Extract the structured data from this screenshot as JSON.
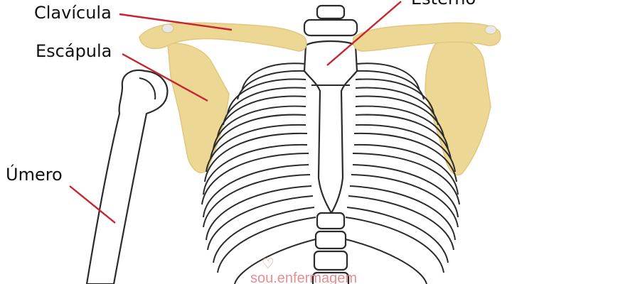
{
  "labels": {
    "clavicle": "Clavícula",
    "scapula": "Escápula",
    "humerus": "Úmero",
    "sternum": "Esterno"
  },
  "watermark": {
    "text": "sou.enfermagem",
    "glyph": "♡"
  },
  "colors": {
    "highlight": "#ecd795",
    "leader_line": "#c8242e",
    "outline": "#2b2b2b",
    "watermark": "#e58f95"
  }
}
